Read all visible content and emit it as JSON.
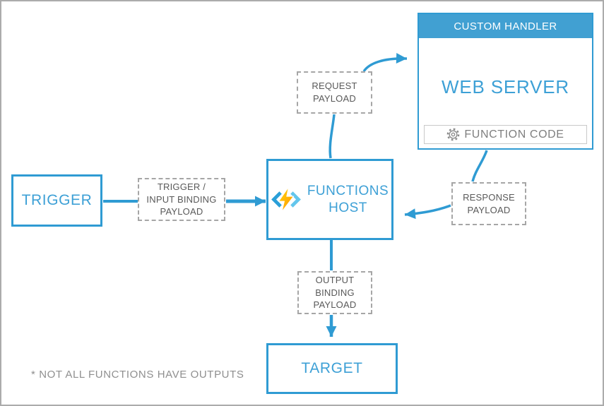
{
  "diagram": {
    "trigger": {
      "label": "TRIGGER"
    },
    "trigger_payload": {
      "line1": "TRIGGER /",
      "line2": "INPUT BINDING",
      "line3": "PAYLOAD"
    },
    "functions_host": {
      "line1": "FUNCTIONS",
      "line2": "HOST",
      "icon": "azure-functions-icon"
    },
    "request_payload": {
      "line1": "REQUEST",
      "line2": "PAYLOAD"
    },
    "custom_handler": {
      "header": "CUSTOM HANDLER",
      "title": "WEB SERVER",
      "function_code": {
        "label": "FUNCTION CODE",
        "icon": "gear-icon"
      }
    },
    "response_payload": {
      "line1": "RESPONSE",
      "line2": "PAYLOAD"
    },
    "output_payload": {
      "line1": "OUTPUT",
      "line2": "BINDING",
      "line3": "PAYLOAD"
    },
    "target": {
      "label": "TARGET"
    },
    "footnote": "* NOT ALL FUNCTIONS HAVE OUTPUTS",
    "colors": {
      "accent_blue": "#2f9bd3",
      "blue_text": "#3da0d6",
      "header_bg": "#41a0d2",
      "dashed_border": "#a6a6a6",
      "dashed_text": "#595959",
      "footnote_text": "#8f8f8f",
      "function_code_border": "#c9c9c9",
      "function_code_text": "#7f7f7f",
      "outer_border": "#ababab",
      "bolt_orange": "#ffaf00"
    }
  }
}
